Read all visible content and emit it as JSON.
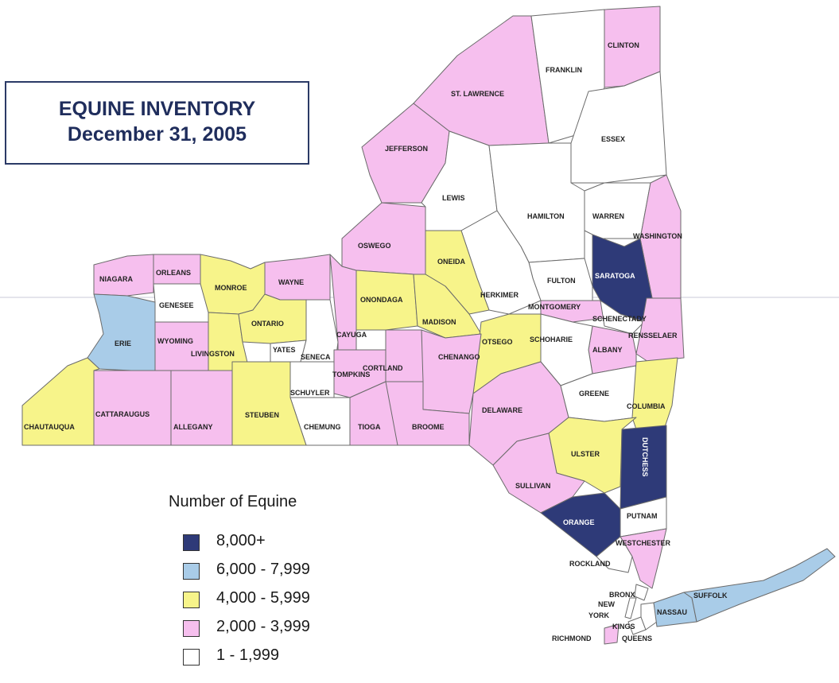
{
  "title": {
    "line1": "EQUINE INVENTORY",
    "line2": "December 31, 2005"
  },
  "legend": {
    "title": "Number of Equine",
    "classes": [
      {
        "label": "8,000+",
        "color": "#2e3a78"
      },
      {
        "label": "6,000 - 7,999",
        "color": "#a9cce8"
      },
      {
        "label": "4,000 - 5,999",
        "color": "#f7f48a"
      },
      {
        "label": "2,000 - 3,999",
        "color": "#f6bfee"
      },
      {
        "label": "1 - 1,999",
        "color": "#ffffff"
      }
    ]
  },
  "counties": [
    {
      "name": "NIAGARA",
      "class": "2,000 - 3,999"
    },
    {
      "name": "ORLEANS",
      "class": "2,000 - 3,999"
    },
    {
      "name": "MONROE",
      "class": "4,000 - 5,999"
    },
    {
      "name": "WAYNE",
      "class": "2,000 - 3,999"
    },
    {
      "name": "GENESEE",
      "class": "1 - 1,999"
    },
    {
      "name": "ERIE",
      "class": "6,000 - 7,999"
    },
    {
      "name": "WYOMING",
      "class": "2,000 - 3,999"
    },
    {
      "name": "LIVINGSTON",
      "class": "4,000 - 5,999"
    },
    {
      "name": "ONTARIO",
      "class": "4,000 - 5,999"
    },
    {
      "name": "YATES",
      "class": "1 - 1,999"
    },
    {
      "name": "SENECA",
      "class": "1 - 1,999"
    },
    {
      "name": "CAYUGA",
      "class": "2,000 - 3,999"
    },
    {
      "name": "ONONDAGA",
      "class": "4,000 - 5,999"
    },
    {
      "name": "OSWEGO",
      "class": "2,000 - 3,999"
    },
    {
      "name": "JEFFERSON",
      "class": "2,000 - 3,999"
    },
    {
      "name": "ST. LAWRENCE",
      "class": "2,000 - 3,999"
    },
    {
      "name": "FRANKLIN",
      "class": "1 - 1,999"
    },
    {
      "name": "CLINTON",
      "class": "2,000 - 3,999"
    },
    {
      "name": "ESSEX",
      "class": "1 - 1,999"
    },
    {
      "name": "LEWIS",
      "class": "1 - 1,999"
    },
    {
      "name": "HAMILTON",
      "class": "1 - 1,999"
    },
    {
      "name": "WARREN",
      "class": "1 - 1,999"
    },
    {
      "name": "WASHINGTON",
      "class": "2,000 - 3,999"
    },
    {
      "name": "SARATOGA",
      "class": "8,000+"
    },
    {
      "name": "FULTON",
      "class": "1 - 1,999"
    },
    {
      "name": "HERKIMER",
      "class": "1 - 1,999"
    },
    {
      "name": "ONEIDA",
      "class": "4,000 - 5,999"
    },
    {
      "name": "MADISON",
      "class": "4,000 - 5,999"
    },
    {
      "name": "MONTGOMERY",
      "class": "2,000 - 3,999"
    },
    {
      "name": "SCHENECTADY",
      "class": "1 - 1,999"
    },
    {
      "name": "RENSSELAER",
      "class": "2,000 - 3,999"
    },
    {
      "name": "ALBANY",
      "class": "2,000 - 3,999"
    },
    {
      "name": "SCHOHARIE",
      "class": "1 - 1,999"
    },
    {
      "name": "OTSEGO",
      "class": "4,000 - 5,999"
    },
    {
      "name": "CHENANGO",
      "class": "2,000 - 3,999"
    },
    {
      "name": "CORTLAND",
      "class": "2,000 - 3,999"
    },
    {
      "name": "TOMPKINS",
      "class": "2,000 - 3,999"
    },
    {
      "name": "SCHUYLER",
      "class": "1 - 1,999"
    },
    {
      "name": "CHEMUNG",
      "class": "1 - 1,999"
    },
    {
      "name": "TIOGA",
      "class": "2,000 - 3,999"
    },
    {
      "name": "BROOME",
      "class": "2,000 - 3,999"
    },
    {
      "name": "STEUBEN",
      "class": "4,000 - 5,999"
    },
    {
      "name": "ALLEGANY",
      "class": "2,000 - 3,999"
    },
    {
      "name": "CATTARAUGUS",
      "class": "2,000 - 3,999"
    },
    {
      "name": "CHAUTAUQUA",
      "class": "4,000 - 5,999"
    },
    {
      "name": "DELAWARE",
      "class": "2,000 - 3,999"
    },
    {
      "name": "GREENE",
      "class": "1 - 1,999"
    },
    {
      "name": "COLUMBIA",
      "class": "4,000 - 5,999"
    },
    {
      "name": "ULSTER",
      "class": "4,000 - 5,999"
    },
    {
      "name": "DUTCHESS",
      "class": "8,000+"
    },
    {
      "name": "SULLIVAN",
      "class": "2,000 - 3,999"
    },
    {
      "name": "ORANGE",
      "class": "8,000+"
    },
    {
      "name": "PUTNAM",
      "class": "1 - 1,999"
    },
    {
      "name": "WESTCHESTER",
      "class": "2,000 - 3,999"
    },
    {
      "name": "ROCKLAND",
      "class": "1 - 1,999"
    },
    {
      "name": "BRONX",
      "class": "1 - 1,999"
    },
    {
      "name": "NEW YORK",
      "class": "1 - 1,999"
    },
    {
      "name": "KINGS",
      "class": "1 - 1,999"
    },
    {
      "name": "QUEENS",
      "class": "1 - 1,999"
    },
    {
      "name": "RICHMOND",
      "class": "2,000 - 3,999"
    },
    {
      "name": "NASSAU",
      "class": "6,000 - 7,999"
    },
    {
      "name": "SUFFOLK",
      "class": "6,000 - 7,999"
    }
  ]
}
